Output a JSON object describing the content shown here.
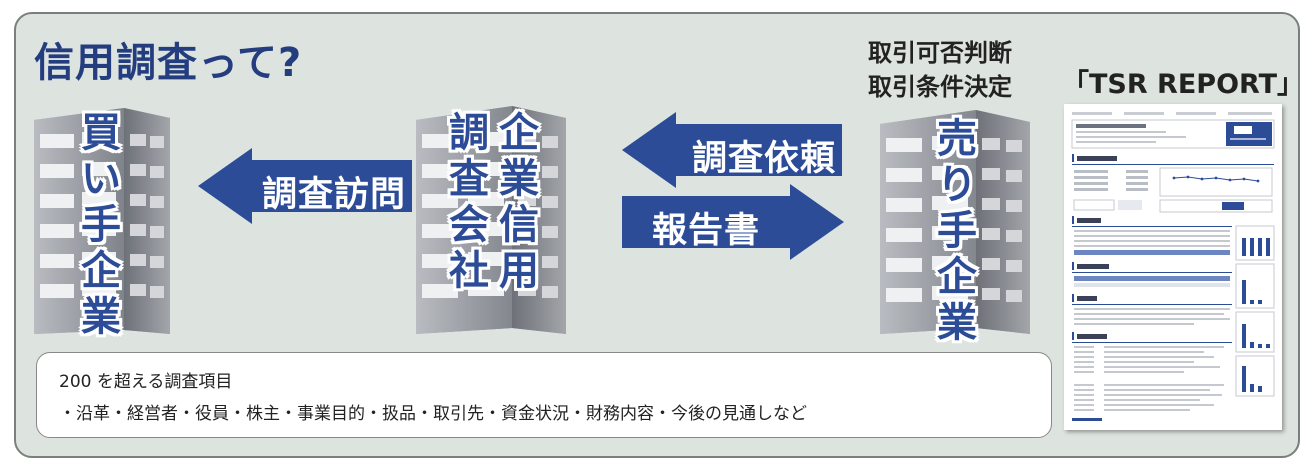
{
  "title": "信用調査って?",
  "decision": {
    "line1": "取引可否判断",
    "line2": "取引条件決定"
  },
  "report_label": "「TSR REPORT」",
  "buildings": {
    "buyer": [
      "買",
      "い",
      "手",
      "企",
      "業"
    ],
    "research_col1": [
      "調",
      "査",
      "会",
      "社"
    ],
    "research_col2": [
      "企",
      "業",
      "信",
      "用"
    ],
    "seller": [
      "売",
      "り",
      "手",
      "企",
      "業"
    ]
  },
  "arrows": {
    "visit": "調査訪問",
    "request": "調査依頼",
    "report": "報告書"
  },
  "info": {
    "heading": "200 を超える調査項目",
    "items": "・沿革・経営者・役員・株主・事業目的・扱品・取引先・資金状況・財務内容・今後の見通しなど"
  },
  "colors": {
    "background": "#dde3df",
    "title": "#233d7f",
    "arrow": "#2c4c98",
    "building_text": "#2c4c98",
    "building_gray": "#8a8e95"
  }
}
